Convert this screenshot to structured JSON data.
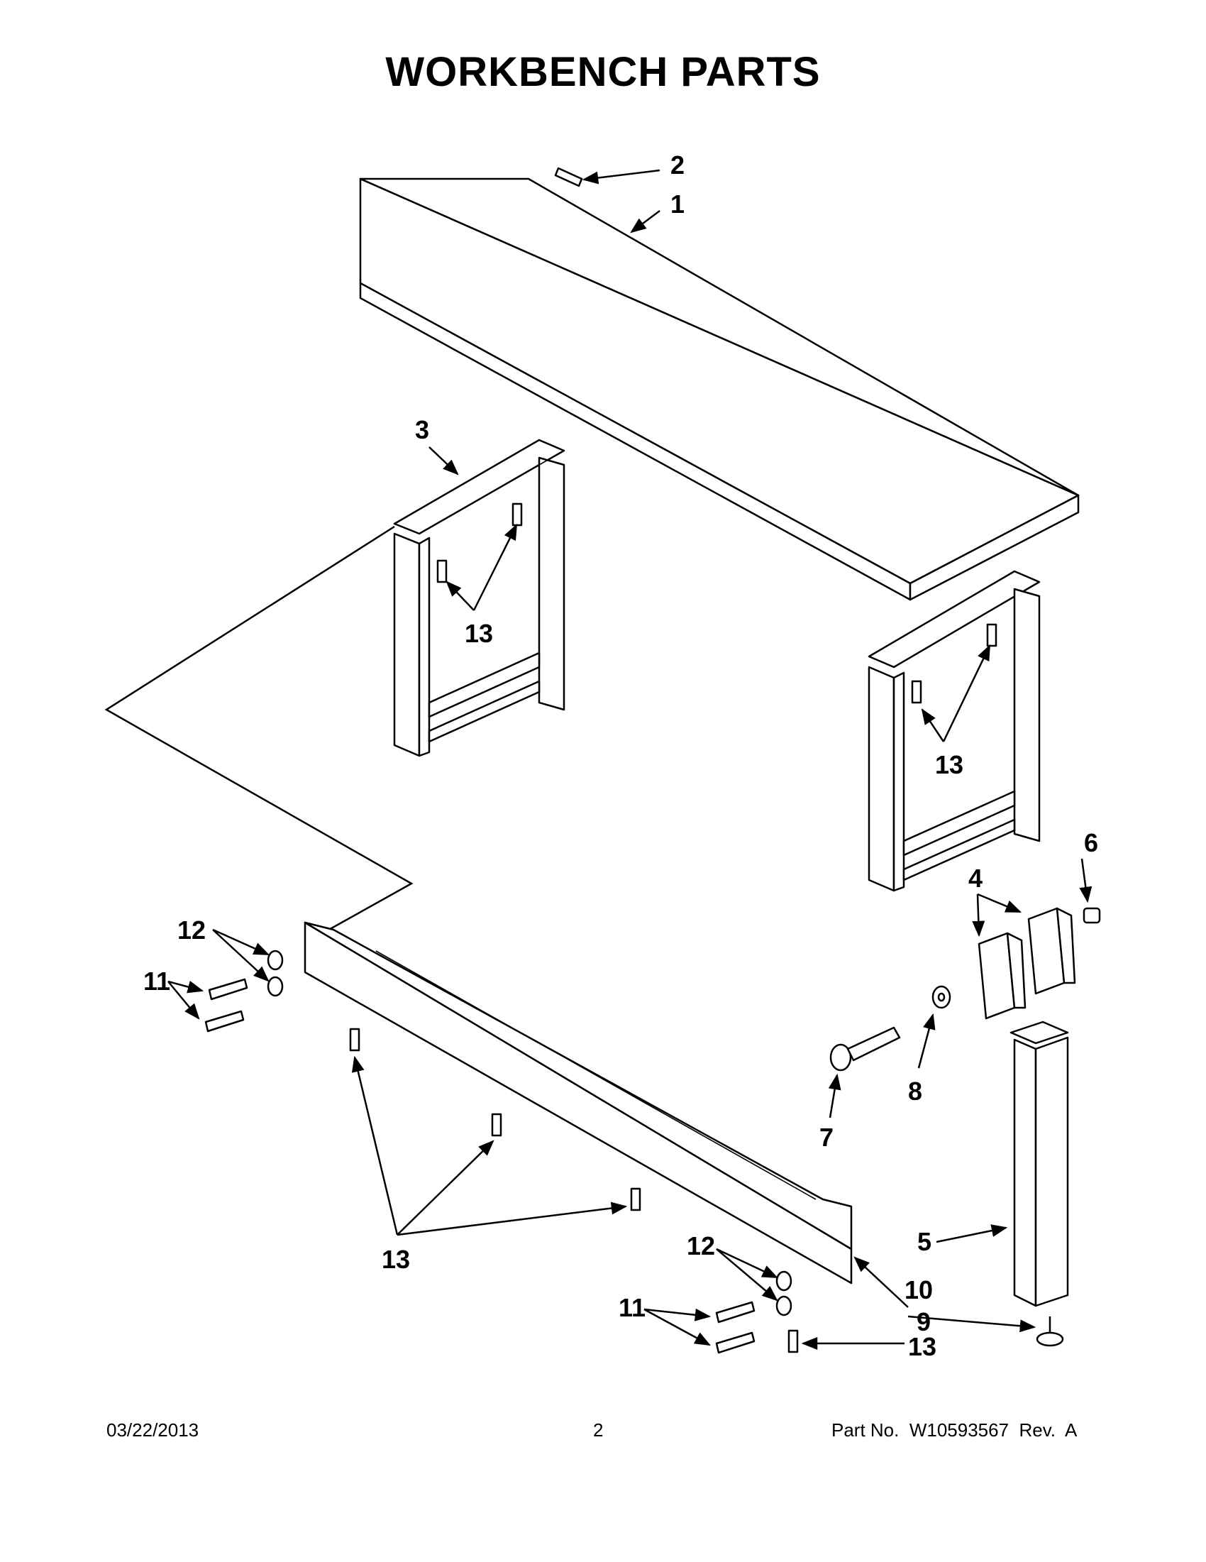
{
  "title": "WORKBENCH PARTS",
  "callouts": {
    "c1": "1",
    "c2": "2",
    "c3": "3",
    "c4": "4",
    "c5": "5",
    "c6": "6",
    "c7": "7",
    "c8": "8",
    "c9": "9",
    "c10": "10",
    "c11a": "11",
    "c11b": "11",
    "c12a": "12",
    "c12b": "12",
    "c13a": "13",
    "c13b": "13",
    "c13c": "13",
    "c13d": "13"
  },
  "footer": {
    "date": "03/22/2013",
    "page": "2",
    "part_number": "Part No.  W10593567  Rev.  A"
  }
}
